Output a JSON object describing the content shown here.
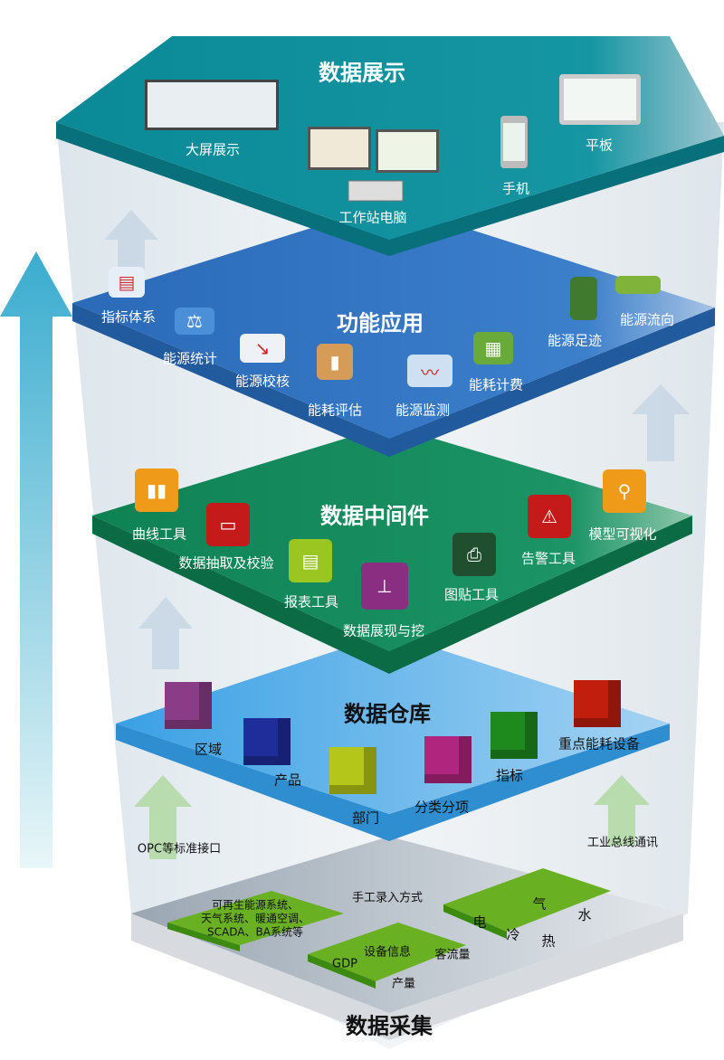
{
  "layers": {
    "display": {
      "title": "数据展示",
      "items": [
        "大屏展示",
        "工作站电脑",
        "手机",
        "平板"
      ]
    },
    "apps": {
      "title": "功能应用",
      "items": [
        "指标体系",
        "能源统计",
        "能源校核",
        "能耗评估",
        "能源监测",
        "能耗计费",
        "能源足迹",
        "能源流向"
      ]
    },
    "middleware": {
      "title": "数据中间件",
      "items": [
        "曲线工具",
        "数据抽取及校验",
        "报表工具",
        "数据展现与挖",
        "图贴工具",
        "告警工具",
        "模型可视化"
      ]
    },
    "warehouse": {
      "title": "数据仓库",
      "items": [
        "区域",
        "产品",
        "部门",
        "分类分项",
        "指标",
        "重点能耗设备"
      ]
    },
    "collection": {
      "title": "数据采集",
      "left_lines": [
        "可再生能源系统、",
        "天气系统、暖通空调、",
        "SCADA、BA系统等"
      ],
      "center": [
        "设备信息",
        "GDP",
        "客流量",
        "产量"
      ],
      "right": [
        "电",
        "冷",
        "气",
        "热",
        "水"
      ]
    }
  },
  "interfaces": {
    "left": "OPC等标准接口",
    "center": "手工录入方式",
    "right": "工业总线通讯"
  },
  "colors": {
    "display": "#0f8f9a",
    "apps": "#2f6fbf",
    "middleware": "#148a5a",
    "warehouse": "#4aa8e6",
    "collection": "#b5bcc4",
    "green_pad": "#6ab023"
  }
}
